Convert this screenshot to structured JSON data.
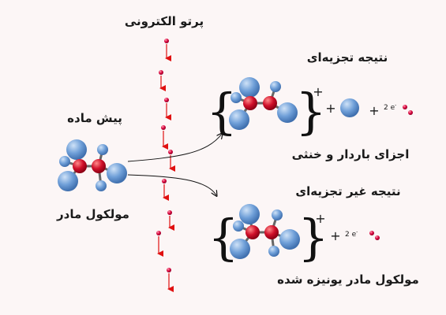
{
  "labels": {
    "electron_beam": "پرتو الکترونی",
    "sample": "پیش ماده",
    "parent_molecule": "مولکول مادر",
    "fragmentation_result": "نتیجه تجزیه‌ای",
    "fragments": "اجزای باردار و خنثی",
    "non_fragmentation_result": "نتیجه غیر تجزیه‌ای",
    "ionized_parent": "مولکول مادر یونیزه شده"
  },
  "symbols": {
    "charge": "+",
    "plus": "+",
    "two_electrons": "2 e",
    "electron_sup": "-"
  },
  "colors": {
    "background": "#fcf6f6",
    "atom_blue": "#6f9fd8",
    "atom_red": "#d0102a",
    "electron_arrow": "#e01010",
    "electron_dot": "#d6003a"
  }
}
